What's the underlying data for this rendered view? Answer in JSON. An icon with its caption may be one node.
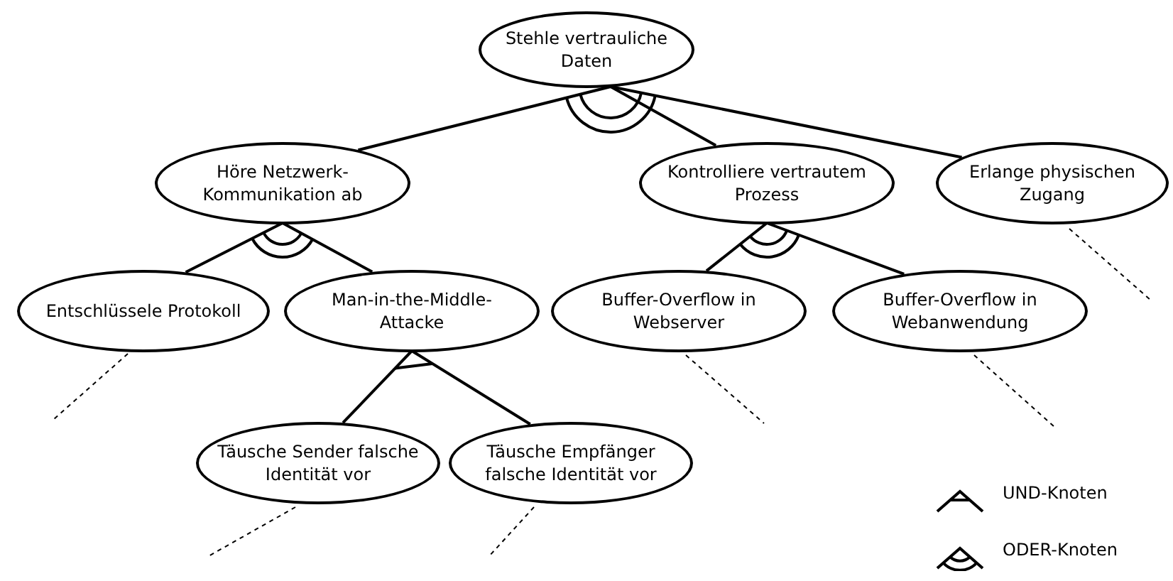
{
  "diagram": {
    "nodes": [
      {
        "text": [
          "Stehle vertrauliche Daten"
        ]
      },
      {
        "text": [
          "Höre Netzwerk-Kommunikation ab"
        ]
      },
      {
        "text": [
          "Kontrolliere vertrautem Prozess"
        ]
      },
      {
        "text": [
          "Erlange physischen Zugang"
        ]
      },
      {
        "text": [
          "Entschlüssele Protokoll"
        ]
      },
      {
        "text": [
          "Man-in-the-Middle-Attacke"
        ]
      },
      {
        "text": [
          "Buffer-Overflow in Webserver"
        ]
      },
      {
        "text": [
          "Buffer-Overflow in Webanwendung"
        ]
      },
      {
        "text": [
          "Täusche Sender falsche Identität vor"
        ]
      },
      {
        "text": [
          "Täusche Empfänger falsche Identität vor"
        ]
      }
    ],
    "edges": [
      {
        "from": 0,
        "to": 1,
        "arrow": "none"
      },
      {
        "from": 0,
        "to": 2,
        "arrow": "none"
      },
      {
        "from": 0,
        "to": 3,
        "arrow": "none"
      },
      {
        "from": 1,
        "to": 4,
        "arrow": "none"
      },
      {
        "from": 1,
        "to": 5,
        "arrow": "none"
      },
      {
        "from": 2,
        "to": 6,
        "arrow": "none"
      },
      {
        "from": 2,
        "to": 7,
        "arrow": "none"
      },
      {
        "from": 5,
        "to": 8,
        "arrow": "none"
      },
      {
        "from": 5,
        "to": 9,
        "arrow": "none"
      },
      {
        "from": 4,
        "to": null,
        "arrow": "none",
        "style": "dashed"
      },
      {
        "from": 3,
        "to": null,
        "arrow": "none",
        "style": "dashed"
      },
      {
        "from": 6,
        "to": null,
        "arrow": "none",
        "style": "dashed"
      },
      {
        "from": 7,
        "to": null,
        "arrow": "none",
        "style": "dashed"
      },
      {
        "from": 8,
        "to": null,
        "arrow": "none",
        "style": "dashed"
      },
      {
        "from": 9,
        "to": null,
        "arrow": "none",
        "style": "dashed"
      }
    ],
    "legend": [
      {
        "text": "UND-Knoten"
      },
      {
        "text": "ODER-Knoten"
      }
    ]
  }
}
